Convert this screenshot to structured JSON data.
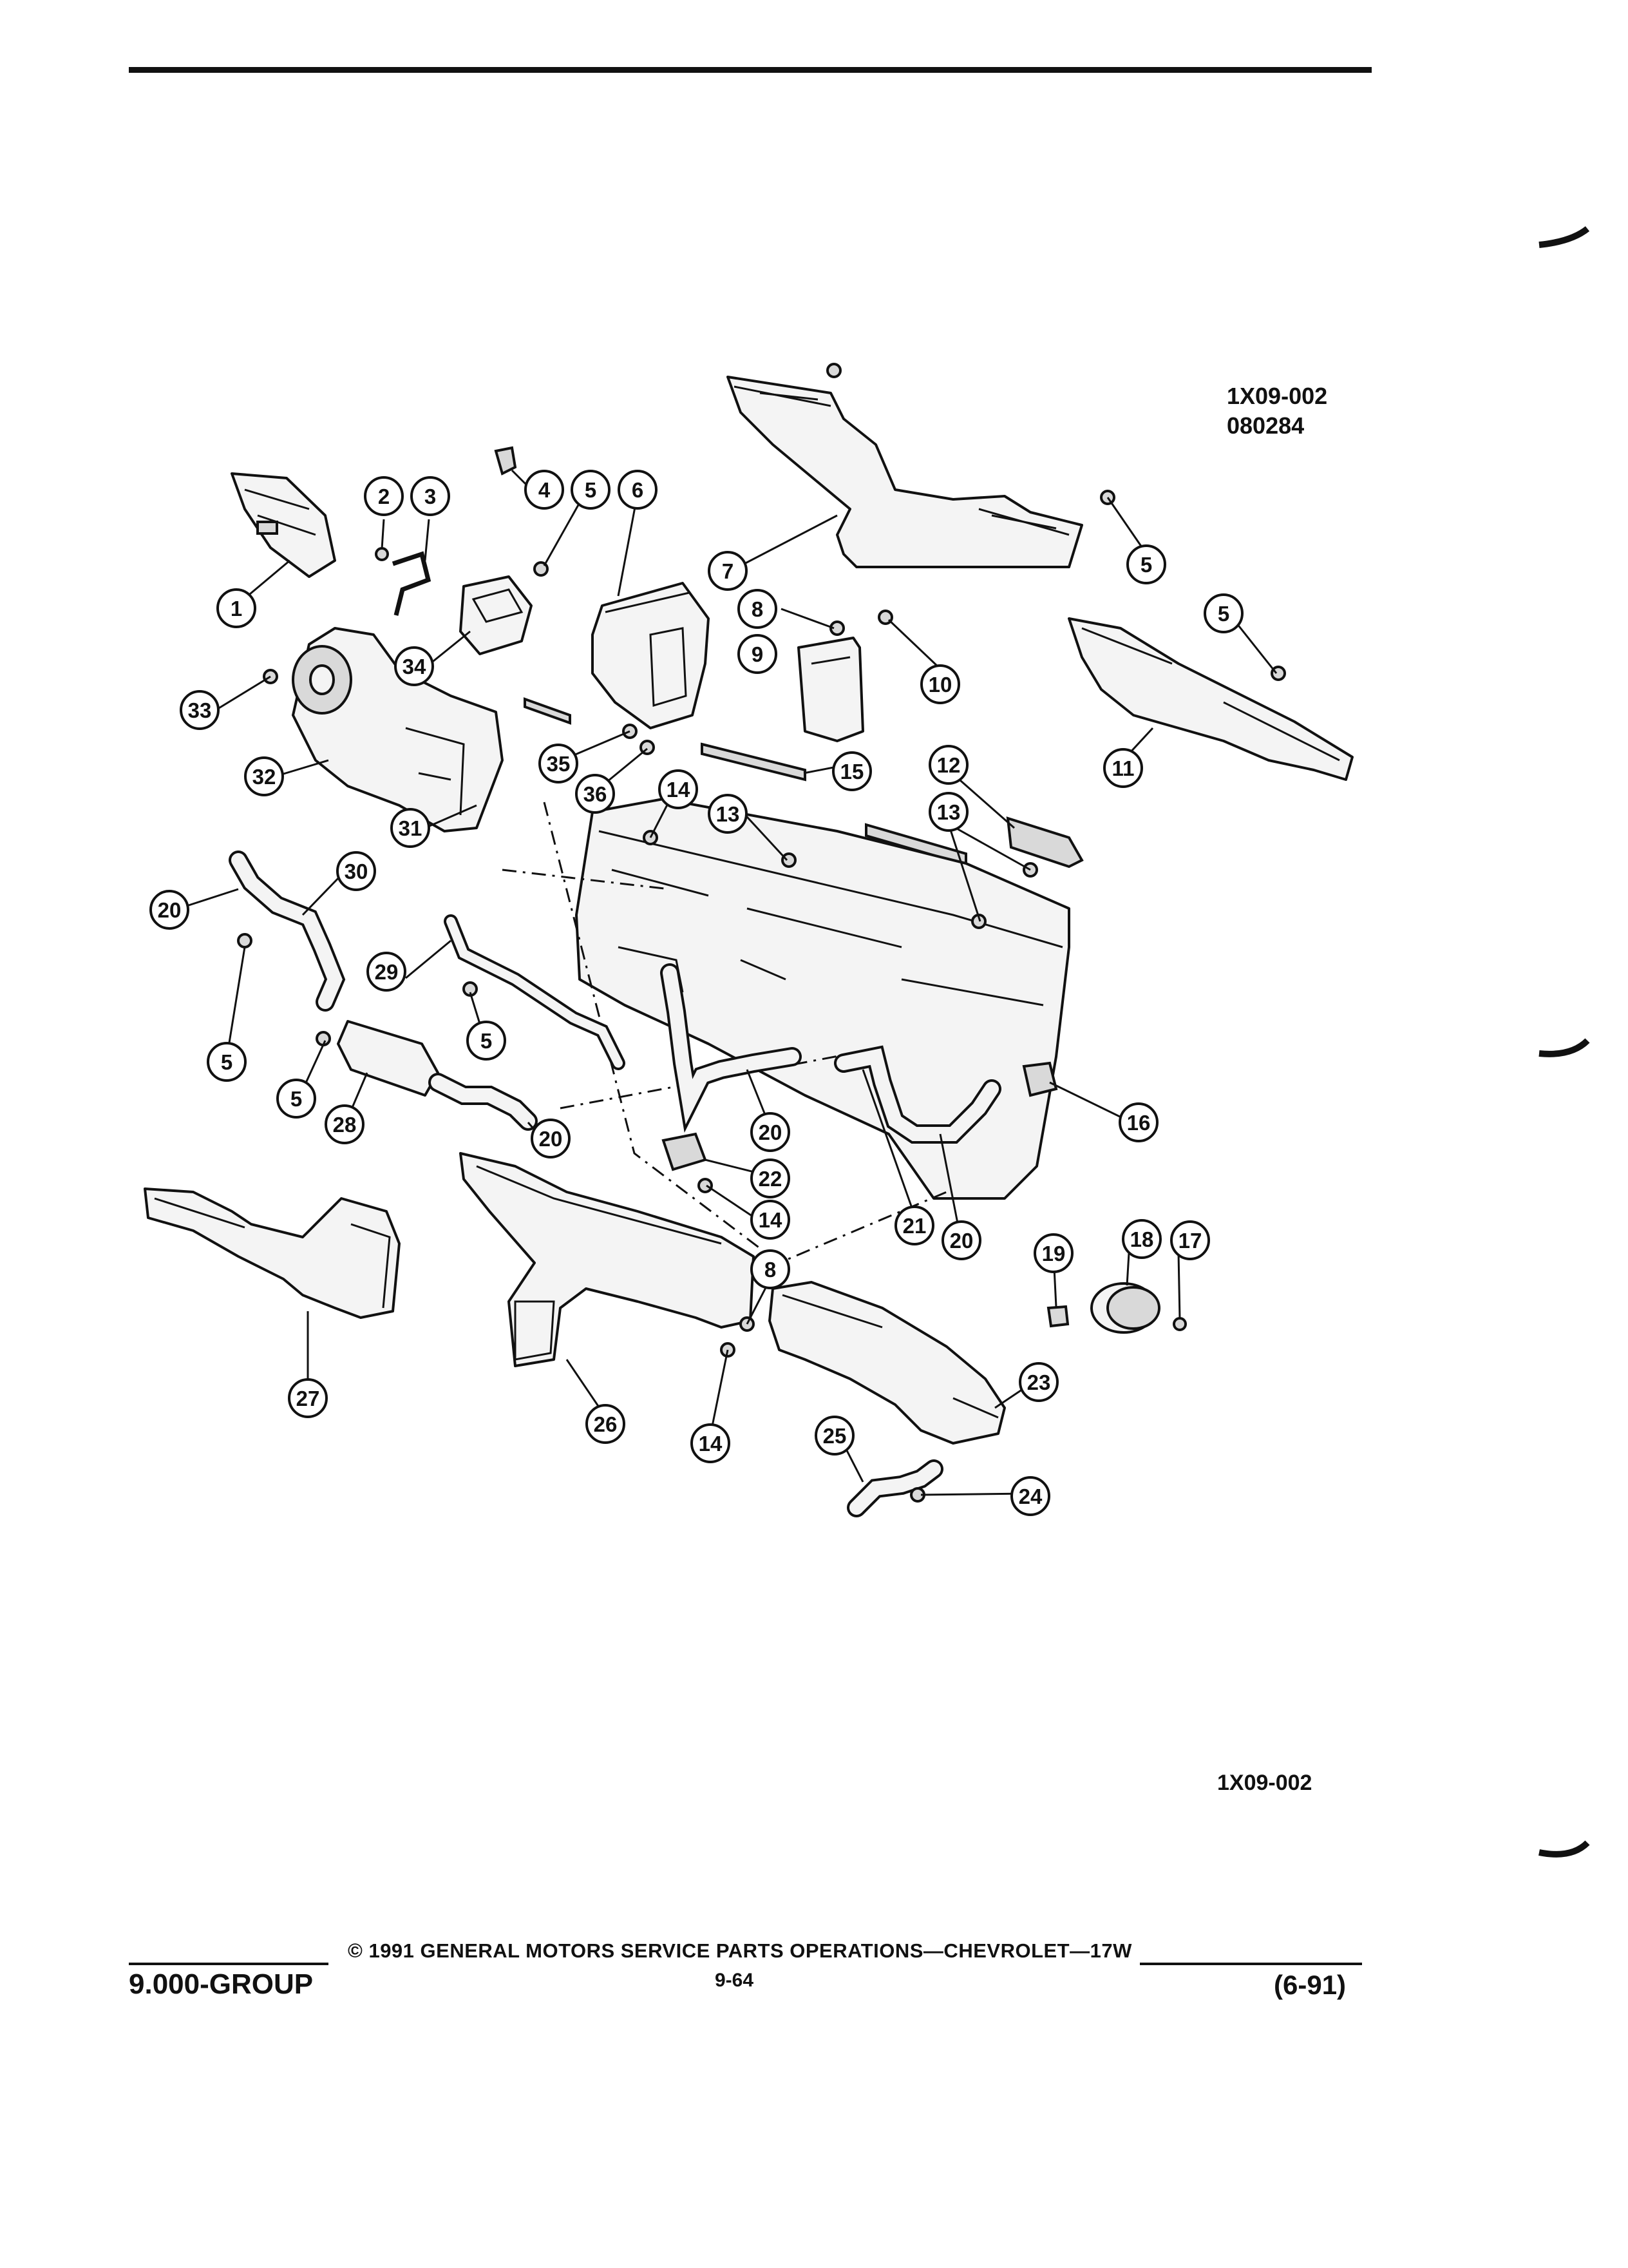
{
  "header": {
    "figure_code": "1X09-002",
    "date_code": "080284"
  },
  "figure": {
    "footer_code": "1X09-002",
    "callouts": [
      "1",
      "2",
      "3",
      "4",
      "5",
      "6",
      "7",
      "8",
      "9",
      "10",
      "11",
      "12",
      "13",
      "14",
      "15",
      "16",
      "17",
      "18",
      "19",
      "20",
      "21",
      "22",
      "23",
      "24",
      "25",
      "26",
      "27",
      "28",
      "29",
      "30",
      "31",
      "32",
      "33",
      "34",
      "35",
      "36"
    ]
  },
  "footer": {
    "group": "9.000-GROUP",
    "copyright": "© 1991  GENERAL MOTORS SERVICE PARTS OPERATIONS—CHEVROLET—17W",
    "page": "9-64",
    "date": "(6-91)"
  }
}
